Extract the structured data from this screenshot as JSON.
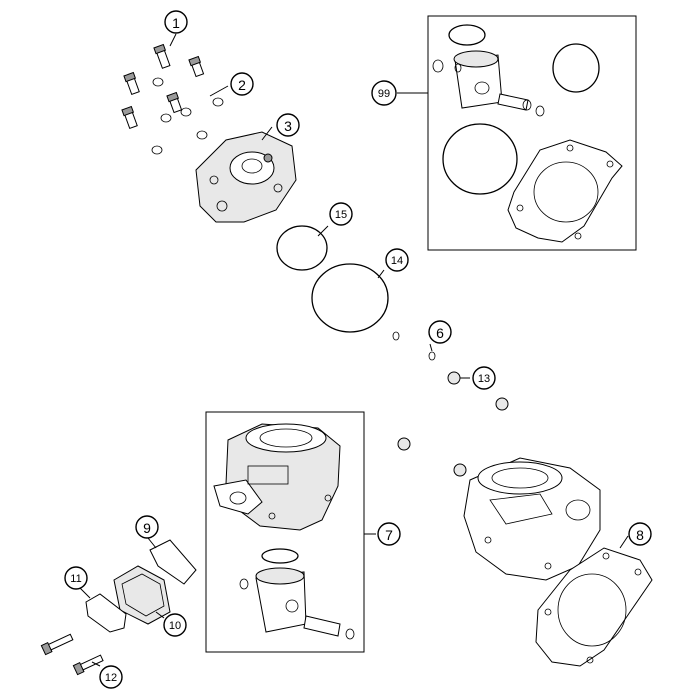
{
  "callouts": {
    "c1": "1",
    "c2": "2",
    "c3": "3",
    "c6": "6",
    "c7": "7",
    "c8": "8",
    "c9": "9",
    "c10": "10",
    "c11": "11",
    "c12": "12",
    "c13": "13",
    "c14": "14",
    "c15": "15",
    "c99": "99"
  }
}
